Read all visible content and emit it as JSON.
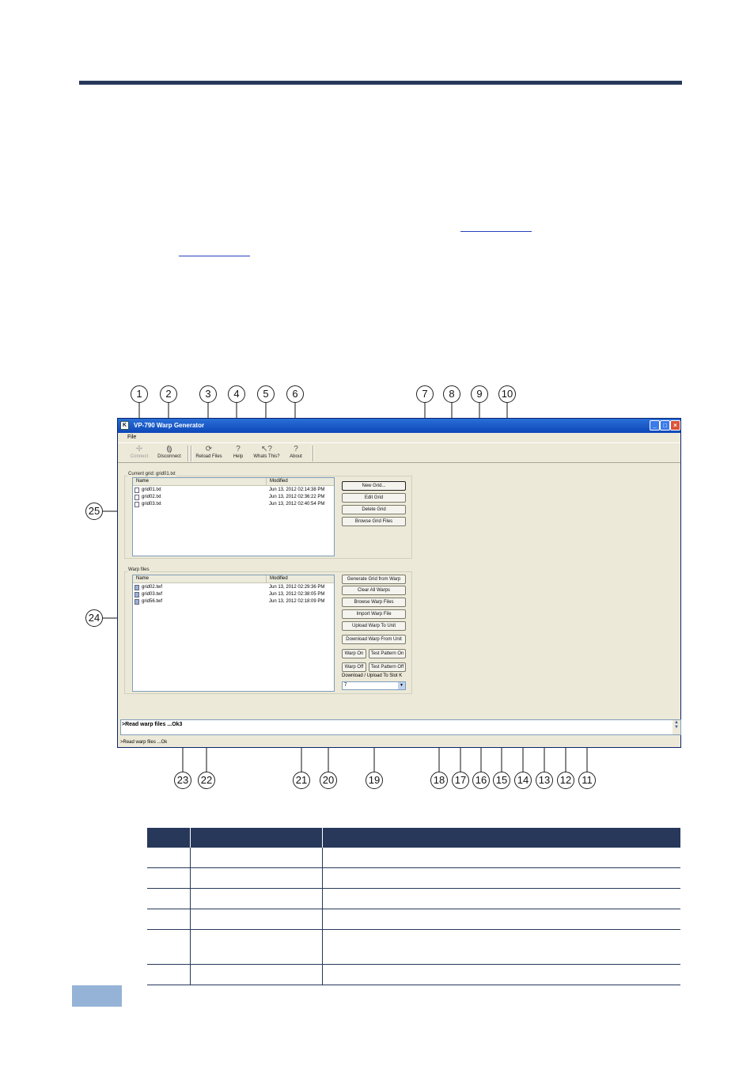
{
  "window": {
    "title": "VP-790 Warp Generator",
    "menu": [
      "File"
    ],
    "toolbar": [
      {
        "label": "Connect",
        "icon": "connect-icon",
        "enabled": false
      },
      {
        "label": "Disconnect",
        "icon": "disconnect-icon",
        "enabled": true
      },
      {
        "label": "Reload Files",
        "icon": "reload-icon",
        "enabled": true
      },
      {
        "label": "Help",
        "icon": "help-icon",
        "enabled": true
      },
      {
        "label": "Whats This?",
        "icon": "whats-this-icon",
        "enabled": true
      },
      {
        "label": "About",
        "icon": "about-icon",
        "enabled": true
      }
    ],
    "grid_group": {
      "label": "Current grid: grid01.txt",
      "columns": [
        "Name",
        "Modified"
      ],
      "rows": [
        {
          "name": "grid01.txt",
          "modified": "Jun 13, 2012 02:14:38 PM"
        },
        {
          "name": "grid02.txt",
          "modified": "Jun 13, 2012 02:36:22 PM"
        },
        {
          "name": "grid03.txt",
          "modified": "Jun 13, 2012 02:40:54 PM"
        }
      ],
      "buttons": [
        "New Grid...",
        "Edit Grid",
        "Delete Grid",
        "Browse Grid Files"
      ]
    },
    "warp_group": {
      "label": "Warp files",
      "columns": [
        "Name",
        "Modified"
      ],
      "rows": [
        {
          "name": "grid02.twf",
          "modified": "Jun 13, 2012 02:29:36 PM"
        },
        {
          "name": "grid03.twf",
          "modified": "Jun 13, 2012 02:38:05 PM"
        },
        {
          "name": "grid56.twf",
          "modified": "Jun 13, 2012 02:18:09 PM"
        }
      ],
      "buttons": [
        "Generate Grid from Warp",
        "Clear All Warps",
        "Browse Warp Files",
        "Import Warp File",
        "Upload Warp To Unit",
        "Download Warp From Unit"
      ],
      "warp_on": "Warp On",
      "warp_off": "Warp Off",
      "test_on": "Test Pattern On",
      "test_off": "Test Pattern Off",
      "slot_label": "Download / Upload To Slot K",
      "slot_value": "7"
    },
    "status_message": ">Read warp files ...Ok3",
    "statusbar": ">Read warp files ...Ok"
  },
  "callouts": [
    "1",
    "2",
    "3",
    "4",
    "5",
    "6",
    "7",
    "8",
    "9",
    "10",
    "11",
    "12",
    "13",
    "14",
    "15",
    "16",
    "17",
    "18",
    "19",
    "20",
    "21",
    "22",
    "23",
    "24",
    "25"
  ]
}
